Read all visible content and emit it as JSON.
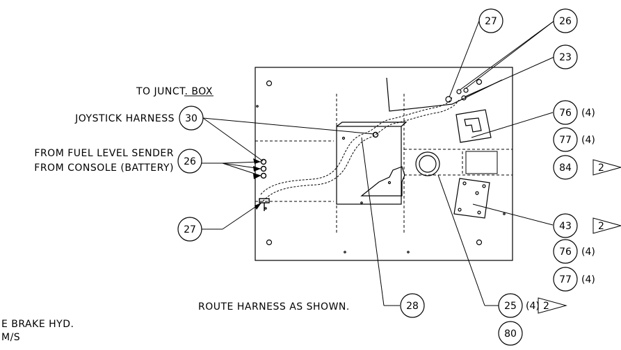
{
  "labels": {
    "to_junct_box": "TO JUNCT. BOX",
    "joystick_harness": "JOYSTICK HARNESS",
    "from_fuel": "FROM FUEL LEVEL SENDER",
    "from_console": "FROM CONSOLE (BATTERY)",
    "route": "ROUTE HARNESS AS SHOWN.",
    "brake_note": "E BRAKE HYD.",
    "ms_note": "M/S"
  },
  "balloons": {
    "b27_top": "27",
    "b26_top": "26",
    "b23": "23",
    "b30": "30",
    "b26_left": "26",
    "b76_a": "76",
    "b77_a": "77",
    "b84": "84",
    "b27_left": "27",
    "b43": "43",
    "b76_b": "76",
    "b77_b": "77",
    "b28": "28",
    "b25": "25",
    "b80": "80"
  },
  "quantities": {
    "q76_a": "(4)",
    "q77_a": "(4)",
    "q76_b": "(4)",
    "q77_b": "(4)",
    "q25": "(4)"
  },
  "flags": {
    "f84": "2",
    "f43": "2",
    "f25": "2"
  }
}
